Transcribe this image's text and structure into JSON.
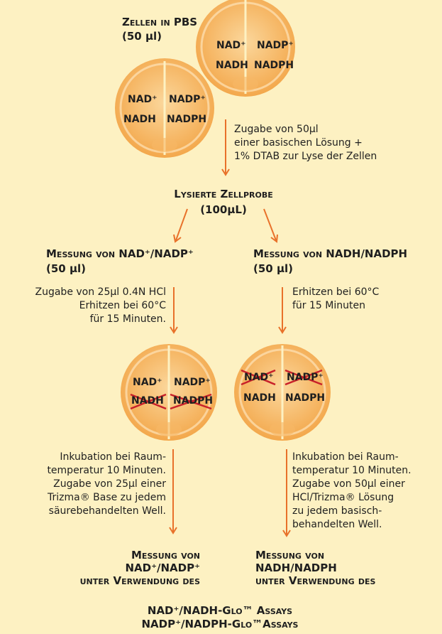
{
  "colors": {
    "background": "#fdf1c2",
    "cell_fill": "#f7b55c",
    "cell_inner": "#fad08e",
    "arrow": "#e8712a",
    "cross": "#c8202a"
  },
  "step1": {
    "title": "Zellen in PBS",
    "volume": "(50 µl)"
  },
  "cells": {
    "nad": "NAD⁺",
    "nadp": "NADP⁺",
    "nadh": "NADH",
    "nadph": "NADPH"
  },
  "step2_note": [
    "Zugabe von 50µl",
    "einer basischen Lösung +",
    "1% DTAB zur Lyse der Zellen"
  ],
  "step3": {
    "title": "Lysierte Zellprobe",
    "volume": "(100µL)"
  },
  "left": {
    "title": "Messung von  NAD⁺/NADP⁺",
    "volume": "(50 µl)",
    "note": [
      "Zugabe von 25µl 0.4N HCl",
      "Erhitzen bei 60°C",
      "für 15 Minuten."
    ],
    "note2": [
      "Inkubation bei Raum-",
      "temperatur 10 Minuten.",
      "Zugabe von 25µl einer",
      "Trizma® Base zu jedem",
      "säurebehandelten Well."
    ],
    "result": [
      "Messung von",
      "NAD⁺/NADP⁺",
      "unter Verwendung des"
    ]
  },
  "right": {
    "title": "Messung von  NADH/NADPH",
    "volume": "(50 µl)",
    "note": [
      "Erhitzen bei 60°C",
      "für 15 Minuten"
    ],
    "note2": [
      "Inkubation bei Raum-",
      "temperatur 10 Minuten.",
      "Zugabe von 50µl einer",
      "HCl/Trizma® Lösung",
      "zu jedem basisch-",
      "behandelten Well."
    ],
    "result": [
      "Messung von",
      "NADH/NADPH",
      "unter Verwendung des"
    ]
  },
  "assays": [
    "NAD⁺/NADH-Glo™ Assays",
    "NADP⁺/NADPH-Glo™Assays"
  ]
}
